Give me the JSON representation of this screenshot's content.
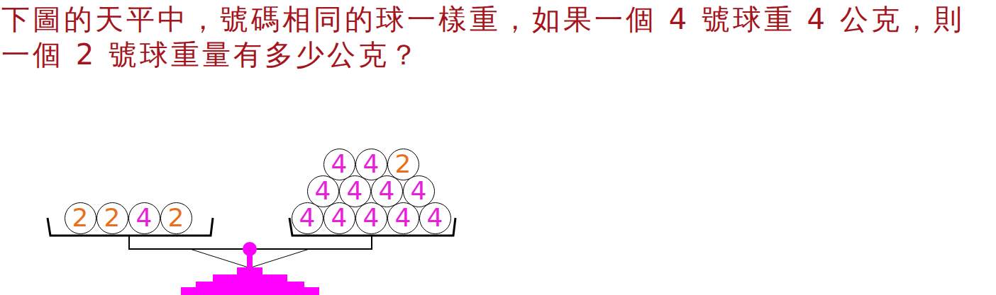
{
  "diagram": {
    "title": "下圖的天平中，號碼相同的球一樣重，如果一個 4 號球重 4 公克，則一個 2 號球重量有多少公克？",
    "nodes": [
      {
        "text": [
          "2"
        ]
      },
      {
        "text": [
          "2"
        ]
      },
      {
        "text": [
          "4"
        ]
      },
      {
        "text": [
          "2"
        ]
      },
      {
        "text": [
          "4"
        ]
      },
      {
        "text": [
          "4"
        ]
      },
      {
        "text": [
          "2"
        ]
      },
      {
        "text": [
          "4"
        ]
      },
      {
        "text": [
          "4"
        ]
      },
      {
        "text": [
          "4"
        ]
      },
      {
        "text": [
          "4"
        ]
      },
      {
        "text": [
          "4"
        ]
      },
      {
        "text": [
          "4"
        ]
      },
      {
        "text": [
          "4"
        ]
      },
      {
        "text": [
          "4"
        ]
      },
      {
        "text": [
          "4"
        ]
      }
    ]
  }
}
